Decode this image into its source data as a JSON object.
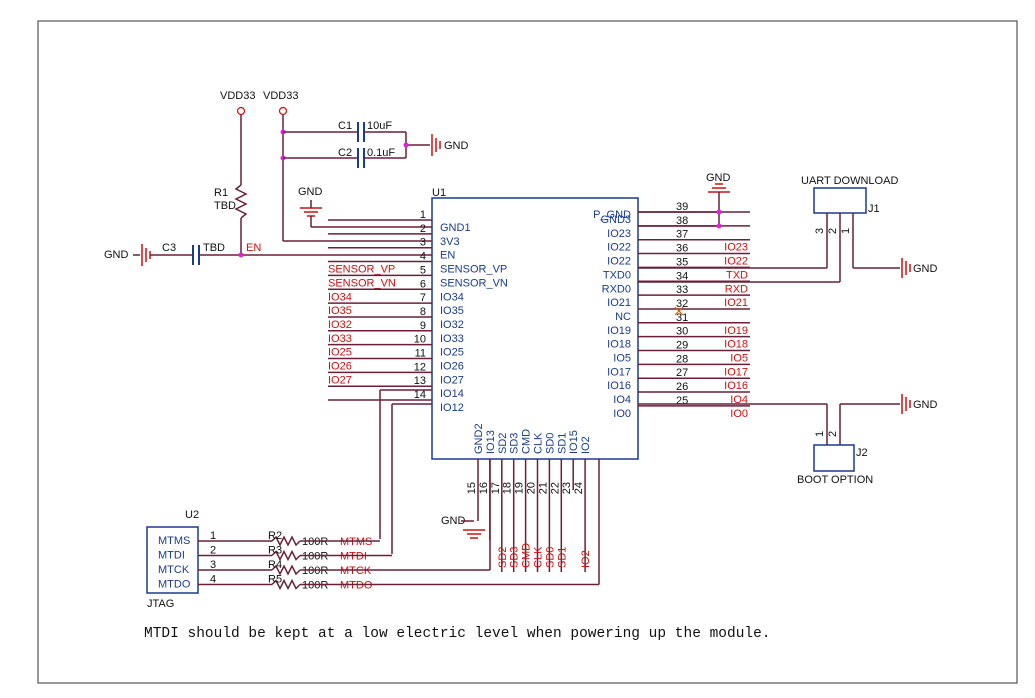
{
  "power": {
    "vdd_left": "VDD33",
    "vdd_right": "VDD33",
    "gnd": "GND"
  },
  "caps": {
    "c1_ref": "C1",
    "c1_val": "10uF",
    "c2_ref": "C2",
    "c2_val": "0.1uF",
    "c3_ref": "C3",
    "c3_val": "TBD"
  },
  "resistor_r1": {
    "ref": "R1",
    "val": "TBD"
  },
  "en_net": "EN",
  "u1": {
    "ref": "U1",
    "left_pins": [
      {
        "num": "1",
        "name": "GND1",
        "net": ""
      },
      {
        "num": "2",
        "name": "3V3",
        "net": ""
      },
      {
        "num": "3",
        "name": "EN",
        "net": ""
      },
      {
        "num": "4",
        "name": "SENSOR_VP",
        "net": "SENSOR_VP"
      },
      {
        "num": "5",
        "name": "SENSOR_VN",
        "net": "SENSOR_VN"
      },
      {
        "num": "6",
        "name": "IO34",
        "net": "IO34"
      },
      {
        "num": "7",
        "name": "IO35",
        "net": "IO35"
      },
      {
        "num": "8",
        "name": "IO32",
        "net": "IO32"
      },
      {
        "num": "9",
        "name": "IO33",
        "net": "IO33"
      },
      {
        "num": "10",
        "name": "IO25",
        "net": "IO25"
      },
      {
        "num": "11",
        "name": "IO26",
        "net": "IO26"
      },
      {
        "num": "12",
        "name": "IO27",
        "net": "IO27"
      },
      {
        "num": "13",
        "name": "IO14",
        "net": ""
      },
      {
        "num": "14",
        "name": "IO12",
        "net": ""
      }
    ],
    "right_pins": [
      {
        "num": "39",
        "name": "P_GND",
        "net": ""
      },
      {
        "num": "38",
        "name": "GND3",
        "net": ""
      },
      {
        "num": "37",
        "name": "IO23",
        "net": "IO23"
      },
      {
        "num": "36",
        "name": "IO22",
        "net": "IO22"
      },
      {
        "num": "35",
        "name": "IO22",
        "net": "TXD"
      },
      {
        "num": "34",
        "name": "TXD0",
        "net": "RXD"
      },
      {
        "num": "33",
        "name": "RXD0",
        "net": "IO21"
      },
      {
        "num": "32",
        "name": "IO21",
        "net": ""
      },
      {
        "num": "31",
        "name": "NC",
        "net": "IO19"
      },
      {
        "num": "30",
        "name": "IO19",
        "net": "IO18"
      },
      {
        "num": "29",
        "name": "IO18",
        "net": "IO5"
      },
      {
        "num": "28",
        "name": "IO5",
        "net": "IO17"
      },
      {
        "num": "27",
        "name": "IO17",
        "net": "IO16"
      },
      {
        "num": "26",
        "name": "IO16",
        "net": "IO4"
      },
      {
        "num": "25",
        "name": "IO4",
        "net": "IO0"
      },
      {
        "num": "",
        "name": "IO0",
        "net": ""
      }
    ],
    "bottom_pins": [
      {
        "num": "15",
        "name": "GND2",
        "net": ""
      },
      {
        "num": "16",
        "name": "IO13",
        "net": ""
      },
      {
        "num": "17",
        "name": "SD2",
        "net": "SD2"
      },
      {
        "num": "18",
        "name": "SD3",
        "net": "SD3"
      },
      {
        "num": "19",
        "name": "CMD",
        "net": "CMD"
      },
      {
        "num": "20",
        "name": "CLK",
        "net": "CLK"
      },
      {
        "num": "21",
        "name": "SD0",
        "net": "SD0"
      },
      {
        "num": "22",
        "name": "SD1",
        "net": "SD1"
      },
      {
        "num": "23",
        "name": "IO15",
        "net": ""
      },
      {
        "num": "24",
        "name": "IO2",
        "net": "IO2"
      }
    ]
  },
  "j1": {
    "ref": "J1",
    "title": "UART DOWNLOAD",
    "pins": [
      "3",
      "2",
      "1"
    ]
  },
  "j2": {
    "ref": "J2",
    "title": "BOOT OPTION",
    "pins": [
      "1",
      "2"
    ]
  },
  "u2": {
    "ref": "U2",
    "title": "JTAG",
    "rows": [
      {
        "pin": "1",
        "name": "MTMS",
        "res": "R2",
        "val": "100R",
        "net": "MTMS"
      },
      {
        "pin": "2",
        "name": "MTDI",
        "res": "R3",
        "val": "100R",
        "net": "MTDI"
      },
      {
        "pin": "3",
        "name": "MTCK",
        "res": "R4",
        "val": "100R",
        "net": "MTCK"
      },
      {
        "pin": "4",
        "name": "MTDO",
        "res": "R5",
        "val": "100R",
        "net": "MTDO"
      }
    ]
  },
  "note": "MTDI should be kept at a low electric level when powering up the module.",
  "colors": {
    "wire": "#6b1f3a",
    "body": "#1a3c8c",
    "net": "#cc1111",
    "junction": "#e020e0"
  }
}
